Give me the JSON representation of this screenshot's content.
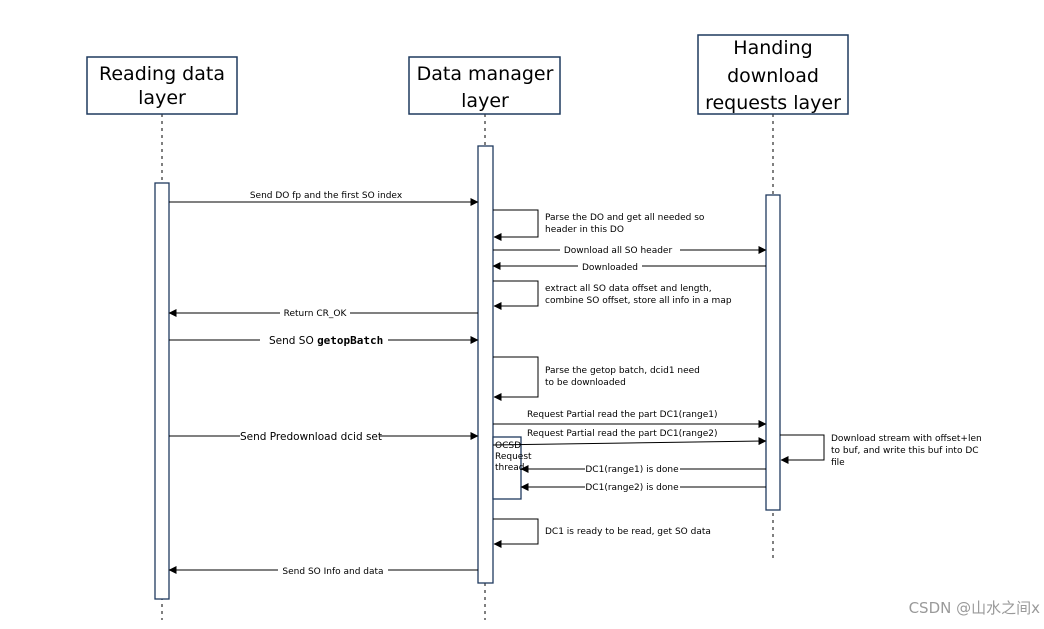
{
  "participants": [
    {
      "lines": [
        "Reading data",
        "layer"
      ]
    },
    {
      "lines": [
        "Data manager",
        "layer"
      ]
    },
    {
      "lines": [
        "Handing",
        "download",
        "requests layer"
      ]
    }
  ],
  "messages": {
    "send_do": "Send DO fp and the first SO index",
    "parse_do": [
      "Parse the DO and get all needed so",
      "header in this DO"
    ],
    "download_header": "Download all SO header",
    "downloaded": "Downloaded",
    "extract": [
      "extract all SO data offset and length,",
      "combine SO offset, store all info in a map"
    ],
    "return_ok": "Return CR_OK",
    "send_so_prefix": "Send SO ",
    "send_so_code": "getopBatch",
    "parse_getop": [
      "Parse the getop batch, dcid1 need",
      "to be downloaded"
    ],
    "req_range1": "Request Partial read the part DC1(range1)",
    "req_range2": "Request Partial read the part DC1(range2)",
    "send_predownload": "Send Predownload dcid set",
    "ocsd": [
      "OCSD",
      "Request",
      "thread"
    ],
    "download_stream": [
      "Download stream with offset+len",
      "to buf, and write this buf into DC",
      "file"
    ],
    "done1": "DC1(range1) is done",
    "done2": "DC1(range2) is done",
    "dc1_ready": "DC1 is ready to be read, get SO data",
    "send_info": "Send SO Info and data"
  },
  "watermark": "CSDN @山水之间x"
}
